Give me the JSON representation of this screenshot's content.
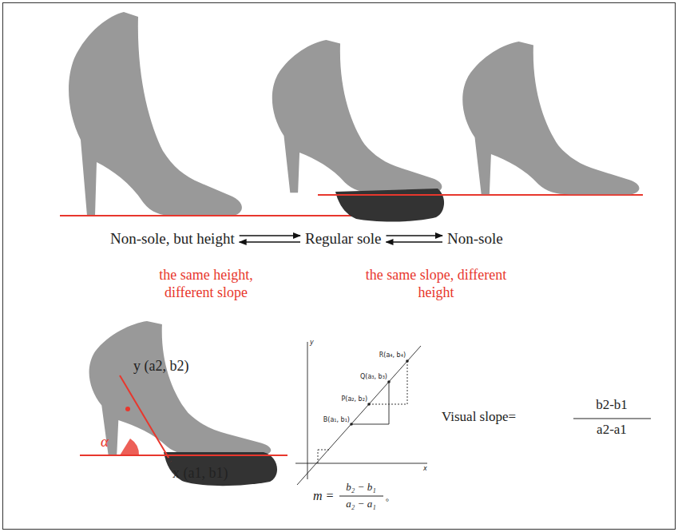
{
  "diagram": {
    "nodes": [
      {
        "text": [
          "Non-sole, but height"
        ]
      },
      {
        "text": [
          "Regular sole"
        ]
      },
      {
        "text": [
          "Non-sole"
        ]
      }
    ],
    "edges": [
      {
        "from": 0,
        "to": 1,
        "arrow": "to"
      },
      {
        "from": 1,
        "to": 0,
        "arrow": "to"
      },
      {
        "from": 1,
        "to": 2,
        "arrow": "to"
      },
      {
        "from": 2,
        "to": 1,
        "arrow": "to"
      }
    ],
    "labels": [
      "the same height, different slope",
      "the same slope, different height",
      "y (a2, b2)",
      "α",
      "x (a1, b1)",
      "Visual slope=",
      "b2-b1",
      "a2-a1",
      "m =",
      "b₂ − b₁",
      "a₂ − a₁",
      "。",
      "R(a₄, b₄)",
      "Q(a₃, b₃)",
      "P(a₂, b₂)",
      "B(a₁, b₁)",
      "y",
      "x"
    ]
  }
}
